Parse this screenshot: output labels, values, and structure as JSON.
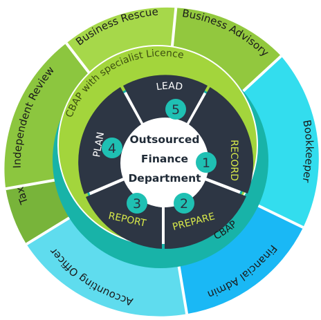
{
  "center": {
    "lines": [
      "Outsourced",
      "Finance",
      "Department"
    ]
  },
  "steps": [
    {
      "number": "1",
      "label": "RECORD"
    },
    {
      "number": "2",
      "label": "PREPARE"
    },
    {
      "number": "3",
      "label": "REPORT"
    },
    {
      "number": "4",
      "label": "PLAN"
    },
    {
      "number": "5",
      "label": "LEAD"
    }
  ],
  "rings": {
    "cbap": "CBAP",
    "cbap_specialist": "CBAP with specialist Licence"
  },
  "outer_segments": [
    "Business Rescue",
    "Business Advisory",
    "Bookkeeper",
    "Financial Admin",
    "Accounting Officer",
    "Tax",
    "Independent Review"
  ],
  "colors": {
    "outer_green": "#8cc63f",
    "outer_cyan": "#33ccff",
    "cbap_ring": "#17b4aa",
    "cbap_specialist_ring": "#a5d63f",
    "dark_segment": "#2d3644",
    "step_circle": "#20c0b4",
    "label_yellow": "#d7e84a"
  }
}
